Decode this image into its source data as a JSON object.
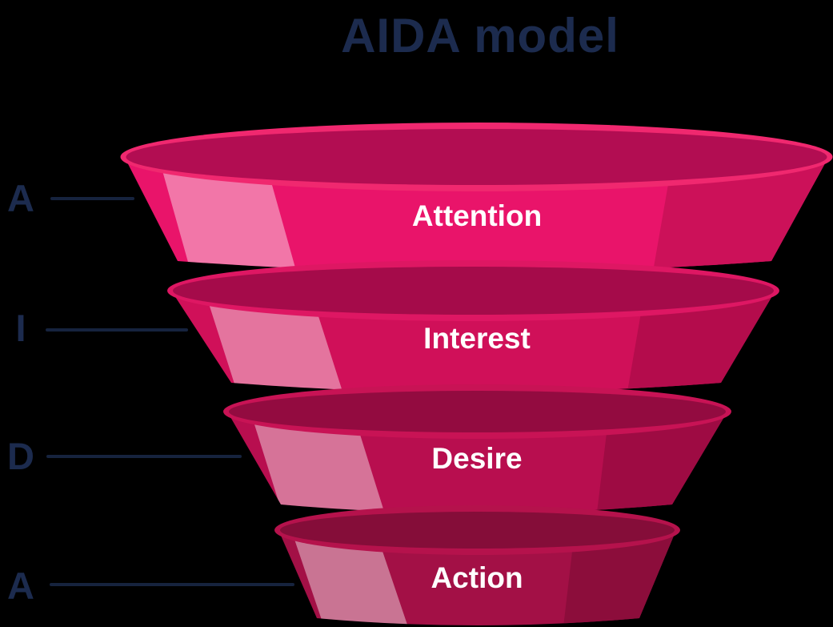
{
  "title": "AIDA model",
  "colors": {
    "title_text": "#1C2B4E",
    "connector_line": "#16233E",
    "stage_label_text": "#FFFFFF",
    "highlight_stripe": "rgba(255,255,255,0.42)"
  },
  "stages": [
    {
      "letter": "A",
      "label": "Attention",
      "base": "#E9146A",
      "shade": "#CC1159",
      "interior": "#B20D52",
      "rim": "#F0286F"
    },
    {
      "letter": "I",
      "label": "Interest",
      "base": "#D01059",
      "shade": "#B40C4C",
      "interior": "#A50B4A",
      "rim": "#DE1763"
    },
    {
      "letter": "D",
      "label": "Desire",
      "base": "#B80E4F",
      "shade": "#9E0B43",
      "interior": "#930B40",
      "rim": "#C81355"
    },
    {
      "letter": "A",
      "label": "Action",
      "base": "#A31046",
      "shade": "#8C0D3B",
      "interior": "#850D39",
      "rim": "#B5124C"
    }
  ]
}
